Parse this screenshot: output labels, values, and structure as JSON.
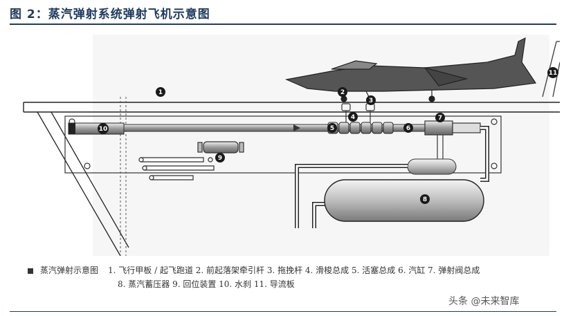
{
  "figure": {
    "title": "图 2：蒸汽弹射系统弹射飞机示意图"
  },
  "caption": {
    "legend_title": "蒸汽弹射示意图",
    "line1": "1. 飞行甲板 / 起飞跑道  2. 前起落架牵引杆  3. 拖挽杆  4. 滑梭总成  5. 活塞总成  6. 汽缸  7. 弹射阀总成",
    "line2": "8. 蒸汽蓄压器  9. 回位装置  10. 水刹  11. 导流板"
  },
  "callouts": [
    "1",
    "2",
    "3",
    "4",
    "5",
    "6",
    "7",
    "8",
    "9",
    "10",
    "11"
  ],
  "watermark": "头条 @未来智库",
  "colors": {
    "title": "#1f3a5f",
    "diagram_line": "#222222",
    "callout_fill": "#1a1a1a"
  }
}
